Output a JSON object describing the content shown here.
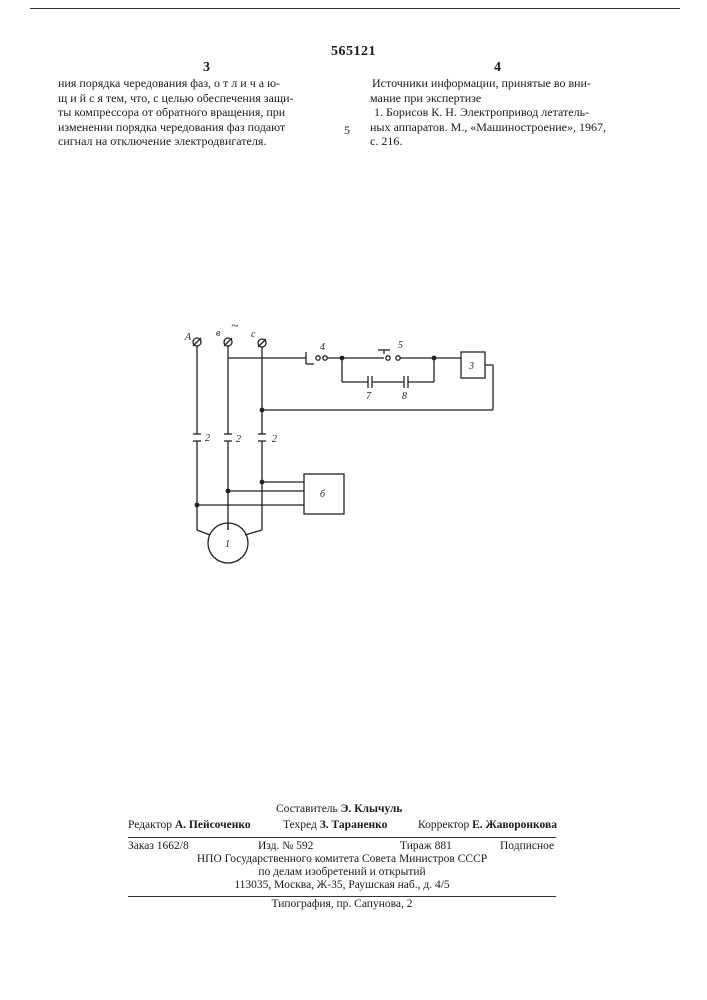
{
  "header": {
    "patent_number": "565121",
    "col_left_number": "3",
    "col_right_number": "4"
  },
  "left_column": {
    "lines": [
      "ния порядка чередования фаз, о т л и ч а ю-",
      "щ и й с я тем, что, с целью обеспечения защи-",
      "ты компрессора от обратного вращения, при",
      "изменении порядка чередования фаз подают",
      "сигнал на отключение электродвигателя."
    ]
  },
  "right_column": {
    "heading": "Источники информации, принятые во вни-",
    "heading2": "мание при экспертизе",
    "ref_lines": [
      "1. Борисов К. Н. Электропривод летатель-",
      "ных аппаратов. М., «Машиностроение», 1967,",
      "с. 216."
    ]
  },
  "margin_line_number": "5",
  "diagram": {
    "labels": {
      "phase_a": "A",
      "phase_b": "в",
      "phase_c": "с",
      "ac_symbol": "~",
      "switch_4": "4",
      "button_5": "5",
      "relay_3": "3",
      "contact_7": "7",
      "contact_8": "8",
      "contactor_2a": "2",
      "contactor_2b": "2",
      "contactor_2c": "2",
      "block_6": "б",
      "motor_1": "1"
    }
  },
  "footer": {
    "compiler_label": "Составитель",
    "compiler_name": "Э. Клычуль",
    "editor_label": "Редактор",
    "editor_name": "А. Пейсоченко",
    "techred_label": "Техред",
    "techred_name": "З. Тараненко",
    "corrector_label": "Корректор",
    "corrector_name": "Е. Жаворонкова",
    "order": "Заказ 1662/8",
    "edition": "Изд. № 592",
    "circulation": "Тираж 881",
    "subscription": "Подписное",
    "org_line1": "НПО Государственного комитета Совета Министров СССР",
    "org_line2": "по делам изобретений и открытий",
    "address": "113035, Москва, Ж-35, Раушская наб., д. 4/5",
    "printer": "Типография, пр. Сапунова, 2"
  }
}
